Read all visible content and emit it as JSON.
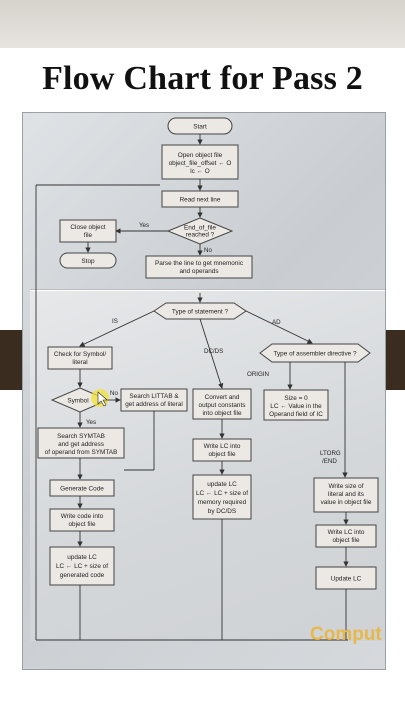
{
  "title": "Flow Chart for Pass 2",
  "watermark": "Comput",
  "nodes": {
    "start": "Start",
    "open_file": [
      "Open object file",
      "object_file_offset ← O",
      "lc ← O"
    ],
    "read_line": "Read next line",
    "eof": [
      "End_of_file",
      "reached ?"
    ],
    "close_file": [
      "Close object",
      "file"
    ],
    "stop": "Stop",
    "parse": [
      "Parse the line to get mnemonic",
      "and operands"
    ],
    "type_stmt": "Type of statement ?",
    "check_symbol": [
      "Check for Symbol/",
      "literal"
    ],
    "symbol": "Symbol",
    "search_littab": [
      "Search LITTAB &",
      "get address of literal"
    ],
    "search_symtab": [
      "Search SYMTAB",
      "and get address",
      "of operand from SYMTAB"
    ],
    "generate_code": "Generate Code",
    "write_code": [
      "Write code into",
      "object file"
    ],
    "update_lc_gen": [
      "update LC",
      "LC ← LC + size of",
      "generated code"
    ],
    "convert": [
      "Convert and",
      "output constants",
      "into object file"
    ],
    "write_lc": [
      "Write LC into",
      "object file"
    ],
    "update_lc_dc": [
      "update LC",
      "LC ← LC + size of",
      "memory required",
      "by DC/DS"
    ],
    "type_ad": "Type of assembler directive ?",
    "size_zero": [
      "Size = 0",
      "LC ← Value in the",
      "Operand field of IC"
    ],
    "write_size": [
      "Write size of",
      "literal and its",
      "value in object file"
    ],
    "write_lc2": [
      "Write LC into",
      "object file"
    ],
    "update_lc": "Update LC"
  },
  "edge_labels": {
    "yes1": "Yes",
    "no1": "No",
    "is": "IS",
    "dcds": "DC/DS",
    "ad": "AD",
    "no2": "No",
    "yes2": "Yes",
    "origin": "ORIGIN",
    "ltorg": [
      "LTORG",
      "/END"
    ]
  }
}
